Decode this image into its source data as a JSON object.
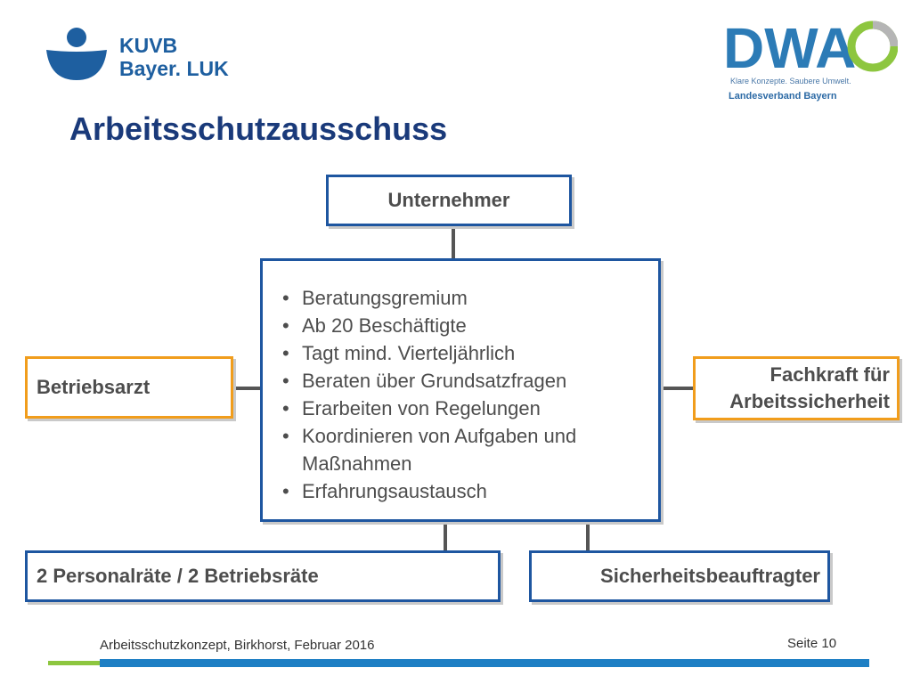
{
  "logos": {
    "kuvb_line1": "KUVB",
    "kuvb_line2": "Bayer. LUK",
    "dwa_name": "DWA",
    "dwa_tagline": "Klare Konzepte. Saubere Umwelt.",
    "dwa_sub": "Landesverband Bayern"
  },
  "slide": {
    "title": "Arbeitsschutzausschuss"
  },
  "boxes": {
    "unternehmer": "Unternehmer",
    "betriebsarzt": "Betriebsarzt",
    "fachkraft_line1": "Fachkraft für",
    "fachkraft_line2": "Arbeitssicherheit",
    "personal": "2 Personalräte / 2 Betriebsräte",
    "sicherheit": "Sicherheitsbeauftragter"
  },
  "center_items": [
    "Beratungsgremium",
    "Ab 20 Beschäftigte",
    "Tagt mind. Vierteljährlich",
    "Beraten über Grundsatzfragen",
    "Erarbeiten von Regelungen",
    "Koordinieren von Aufgaben und Maßnahmen",
    "Erfahrungsaustausch"
  ],
  "footer": {
    "text": "Arbeitsschutzkonzept, Birkhorst, Februar 2016",
    "page": "Seite 10"
  },
  "colors": {
    "blue": "#1e56a0",
    "orange": "#f19d1c",
    "title": "#1a3a7a",
    "green_bar": "#8dc63f",
    "blue_bar": "#1e7fc4"
  }
}
